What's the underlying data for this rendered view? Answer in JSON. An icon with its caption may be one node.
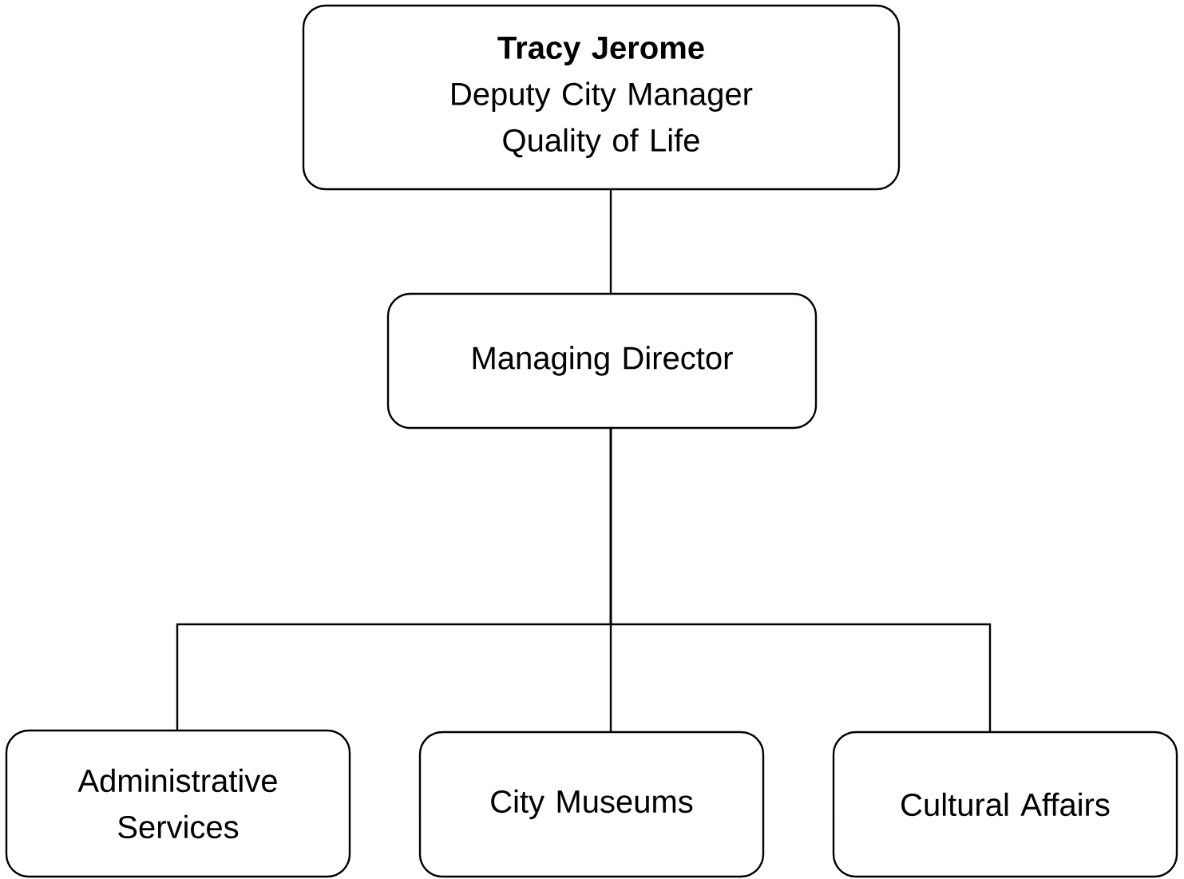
{
  "diagram": {
    "nodes": [
      {
        "text": [
          "Tracy Jerome",
          "Deputy City Manager",
          "Quality of Life"
        ]
      },
      {
        "text": [
          "Managing Director"
        ]
      },
      {
        "text": [
          "Administrative Services"
        ]
      },
      {
        "text": [
          "City Museums"
        ]
      },
      {
        "text": [
          "Cultural Affairs"
        ]
      }
    ],
    "edges": [
      {
        "from": 0,
        "to": 1,
        "arrow": "none"
      },
      {
        "from": 1,
        "to": 2,
        "arrow": "none"
      },
      {
        "from": 1,
        "to": 3,
        "arrow": "none"
      },
      {
        "from": 1,
        "to": 4,
        "arrow": "none"
      }
    ]
  }
}
